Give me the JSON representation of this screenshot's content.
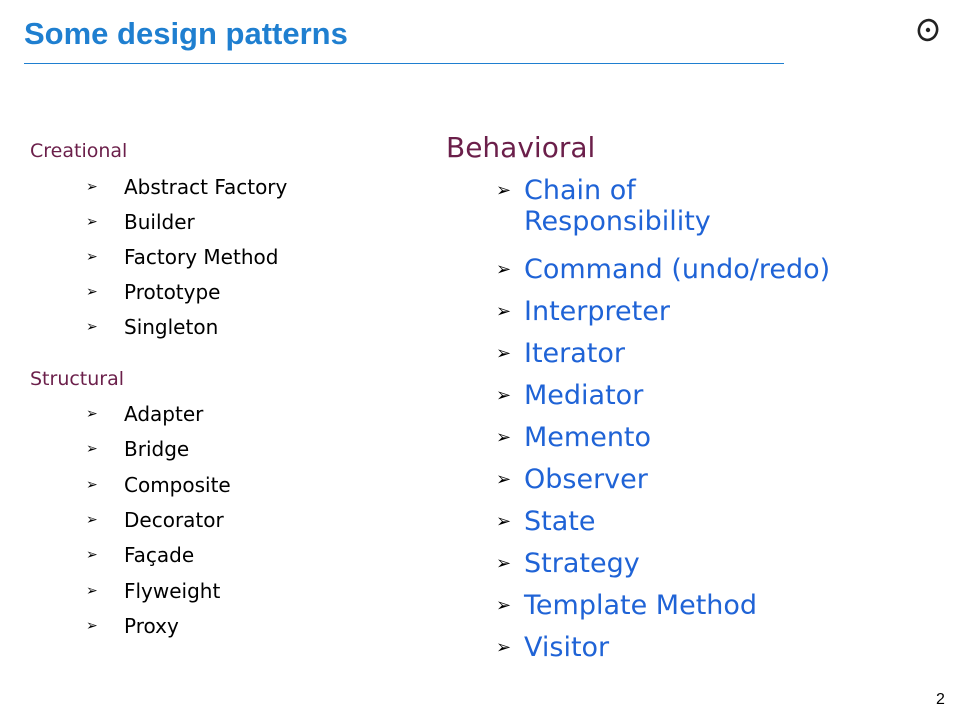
{
  "title": "Some design patterns",
  "page_number": "2",
  "bullet_glyph": "➢",
  "creational": {
    "heading": "Creational",
    "items": [
      "Abstract Factory",
      "Builder",
      "Factory Method",
      "Prototype",
      "Singleton"
    ]
  },
  "structural": {
    "heading": "Structural",
    "items": [
      "Adapter",
      "Bridge",
      "Composite",
      "Decorator",
      "Façade",
      "Flyweight",
      "Proxy"
    ]
  },
  "behavioral": {
    "heading": "Behavioral",
    "items": [
      "Chain of Responsibility",
      "Command (undo/redo)",
      "Interpreter",
      "Iterator",
      "Mediator",
      "Memento",
      "Observer",
      "State",
      "Strategy",
      "Template Method",
      "Visitor"
    ]
  },
  "colors": {
    "title": "#1f7fd0",
    "heading": "#6b1f4a",
    "behavioral_items": "#1f63d6",
    "left_items": "#000000"
  },
  "icons": {
    "logo": "eiffel-logo-icon",
    "bullet": "arrow-bullet-icon"
  }
}
